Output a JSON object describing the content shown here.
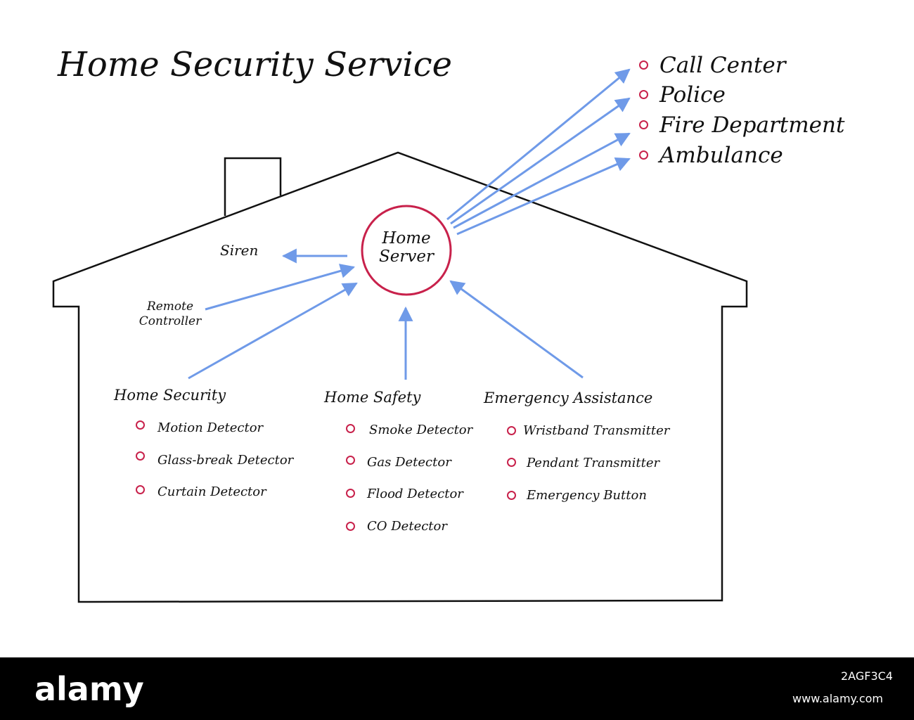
{
  "title": "Home Security Service",
  "hub": {
    "line1": "Home",
    "line2": "Server"
  },
  "outputs": {
    "siren": "Siren",
    "remote_line1": "Remote",
    "remote_line2": "Controller"
  },
  "destinations": [
    "Call Center",
    "Police",
    "Fire Department",
    "Ambulance"
  ],
  "categories": [
    {
      "name": "Home Security",
      "items": [
        "Motion Detector",
        "Glass-break Detector",
        "Curtain Detector"
      ]
    },
    {
      "name": "Home Safety",
      "items": [
        "Smoke Detector",
        "Gas Detector",
        "Flood Detector",
        "CO Detector"
      ]
    },
    {
      "name": "Emergency Assistance",
      "items": [
        "Wristband Transmitter",
        "Pendant Transmitter",
        "Emergency Button"
      ]
    }
  ],
  "colors": {
    "arrow": "#6f9ae8",
    "accent": "#c8214b",
    "outline": "#111111"
  },
  "footer": {
    "logo": "alamy",
    "image_id": "2AGF3C4",
    "url": "www.alamy.com"
  }
}
